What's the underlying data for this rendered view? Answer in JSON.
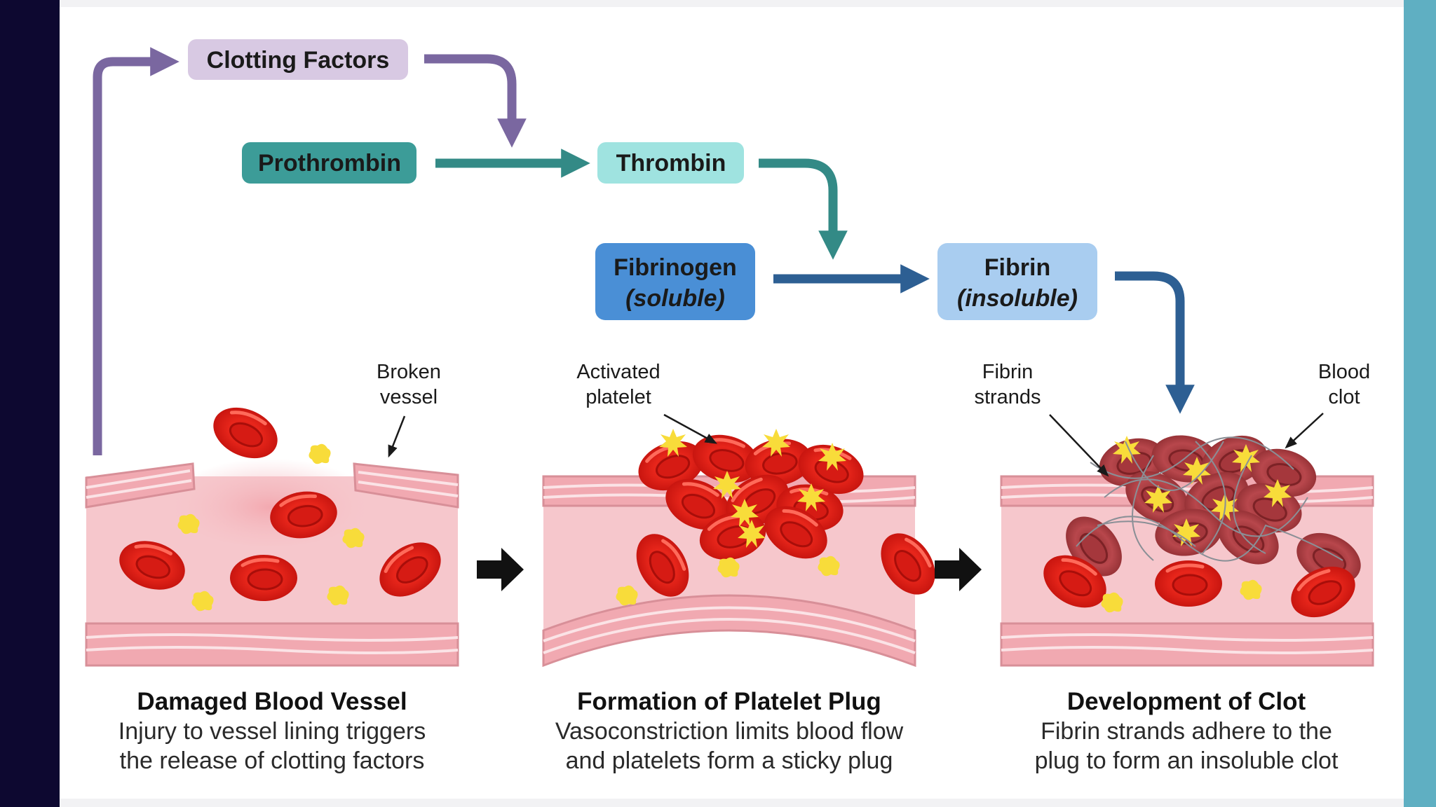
{
  "flow": {
    "clotting_factors": "Clotting Factors",
    "prothrombin": "Prothrombin",
    "thrombin": "Thrombin",
    "fibrinogen": "Fibrinogen",
    "fibrinogen_sub": "(soluble)",
    "fibrin": "Fibrin",
    "fibrin_sub": "(insoluble)"
  },
  "labels": {
    "broken_vessel_1": "Broken",
    "broken_vessel_2": "vessel",
    "activated_platelet_1": "Activated",
    "activated_platelet_2": "platelet",
    "fibrin_strands_1": "Fibrin",
    "fibrin_strands_2": "strands",
    "blood_clot_1": "Blood",
    "blood_clot_2": "clot"
  },
  "panels": [
    {
      "title": "Damaged Blood Vessel",
      "line1": "Injury to vessel lining triggers",
      "line2": "the release of clotting factors"
    },
    {
      "title": "Formation of Platelet Plug",
      "line1": "Vasoconstriction limits blood flow",
      "line2": "and platelets form a sticky plug"
    },
    {
      "title": "Development of Clot",
      "line1": "Fibrin strands adhere to the",
      "line2": "plug to form an insoluble clot"
    }
  ],
  "colors": {
    "clotting_box": "#d8c9e3",
    "prothrombin_box": "#3c9c98",
    "thrombin_box": "#9fe3e0",
    "fibrinogen_box": "#4a8fd6",
    "fibrin_box": "#a9cdf0",
    "purple_arrow": "#7a67a0",
    "teal_arrow": "#338a86",
    "blue_arrow": "#2d5f93",
    "rbc": "#e3231b",
    "platelet": "#f8dc3a",
    "vessel": "#f6c7cc"
  }
}
